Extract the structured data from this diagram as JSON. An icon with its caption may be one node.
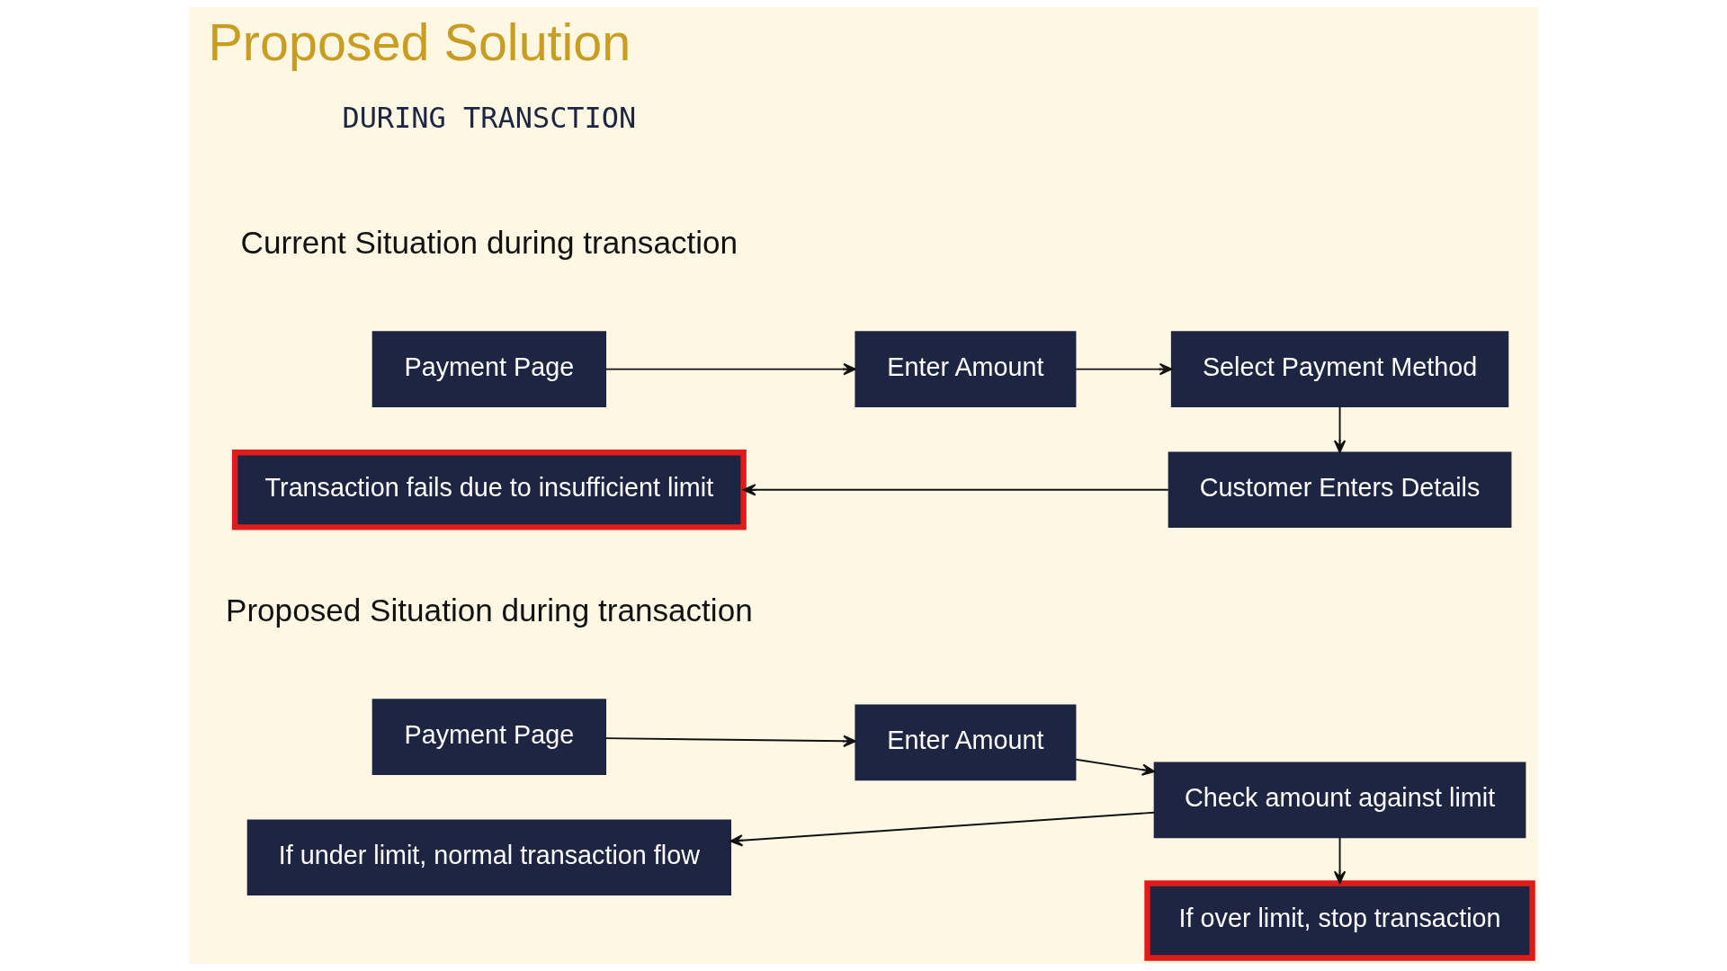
{
  "diagram": {
    "title": "Proposed Solution",
    "nodes": [
      {
        "text": [
          "Payment Page"
        ]
      },
      {
        "text": [
          "Enter Amount"
        ]
      },
      {
        "text": [
          "Select Payment Method"
        ]
      },
      {
        "text": [
          "Transaction fails due to insufficient limit"
        ]
      },
      {
        "text": [
          "Customer Enters Details"
        ]
      },
      {
        "text": [
          "Payment Page"
        ]
      },
      {
        "text": [
          "Enter Amount"
        ]
      },
      {
        "text": [
          "Check amount against limit"
        ]
      },
      {
        "text": [
          "If under limit, normal transaction flow"
        ]
      },
      {
        "text": [
          "If over limit, stop transaction"
        ]
      }
    ],
    "edges": [
      {
        "from": 0,
        "to": 1,
        "arrow": "to"
      },
      {
        "from": 1,
        "to": 2,
        "arrow": "to"
      },
      {
        "from": 2,
        "to": 4,
        "arrow": "to"
      },
      {
        "from": 4,
        "to": 3,
        "arrow": "to"
      },
      {
        "from": 5,
        "to": 6,
        "arrow": "to"
      },
      {
        "from": 6,
        "to": 7,
        "arrow": "to"
      },
      {
        "from": 7,
        "to": 8,
        "arrow": "to"
      },
      {
        "from": 7,
        "to": 9,
        "arrow": "to"
      }
    ],
    "labels": [
      "DURING TRANSCTION",
      "Current Situation during transaction",
      "Proposed Situation during transaction"
    ]
  }
}
